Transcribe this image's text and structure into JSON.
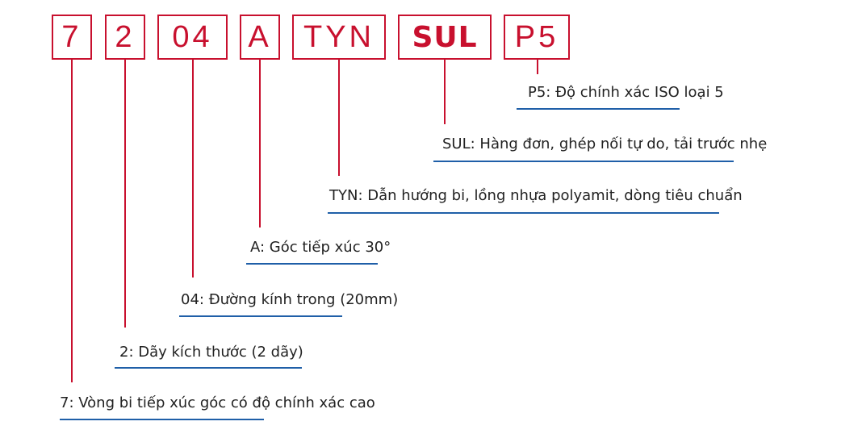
{
  "codes": [
    "7",
    "2",
    "04",
    "A",
    "TYN",
    "SUL",
    "P5"
  ],
  "descriptions": [
    "7: Vòng bi tiếp xúc góc có độ chính xác cao",
    "2: Dãy kích thước (2 dãy)",
    "04: Đường kính trong (20mm)",
    "A: Góc tiếp xúc 30°",
    "TYN: Dẫn hướng bi, lồng nhựa polyamit, dòng tiêu chuẩn",
    "SUL: Hàng đơn, ghép nối tự do, tải trước nhẹ",
    "P5: Độ chính xác ISO loại 5"
  ],
  "colors": {
    "code": "#c8102e",
    "underline": "#1f5fa8",
    "text": "#222222"
  }
}
